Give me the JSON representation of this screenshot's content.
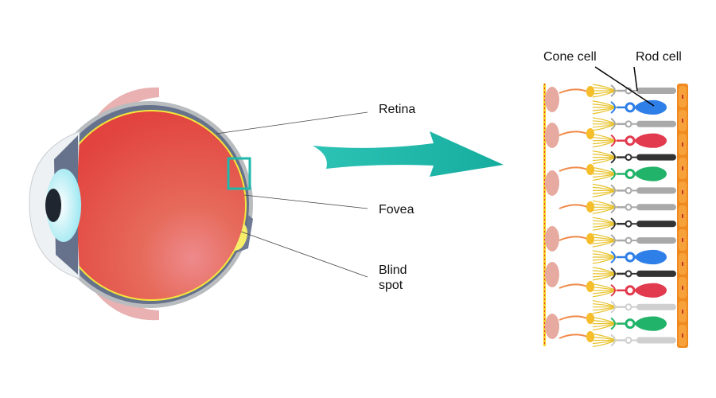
{
  "labels": {
    "retina": "Retina",
    "fovea": "Fovea",
    "blind_spot_line1": "Blind",
    "blind_spot_line2": "spot",
    "cone_cell": "Cone cell",
    "rod_cell": "Rod cell"
  },
  "colors": {
    "arrow": "#1fb8aa",
    "highlight_box": "#1fb8aa",
    "eyeball": "#e5524a",
    "retina_line": "#f5e63a",
    "pigment_layer": "#f08a1e"
  },
  "photoreceptors": [
    {
      "type": "rod",
      "color": "#a9a9a9"
    },
    {
      "type": "cone",
      "color": "#2f7fe8"
    },
    {
      "type": "rod",
      "color": "#a9a9a9"
    },
    {
      "type": "cone",
      "color": "#e23a4e"
    },
    {
      "type": "rod",
      "color": "#333333"
    },
    {
      "type": "cone",
      "color": "#22b36a"
    },
    {
      "type": "rod",
      "color": "#a9a9a9"
    },
    {
      "type": "rod",
      "color": "#a9a9a9"
    },
    {
      "type": "rod",
      "color": "#333333"
    },
    {
      "type": "rod",
      "color": "#a9a9a9"
    },
    {
      "type": "cone",
      "color": "#2f7fe8"
    },
    {
      "type": "rod",
      "color": "#333333"
    },
    {
      "type": "cone",
      "color": "#e23a4e"
    },
    {
      "type": "rod",
      "color": "#cfcfcf"
    },
    {
      "type": "cone",
      "color": "#22b36a"
    },
    {
      "type": "rod",
      "color": "#cfcfcf"
    }
  ]
}
